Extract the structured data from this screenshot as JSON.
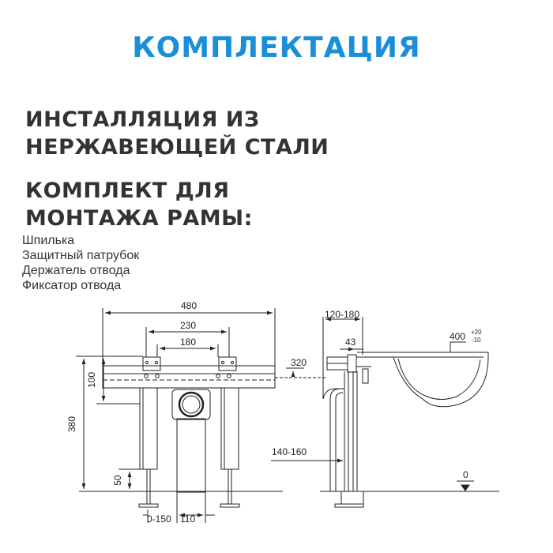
{
  "title": "КОМПЛЕКТАЦИЯ",
  "heading1": [
    "ИНСТАЛЛЯЦИЯ ИЗ",
    "НЕРЖАВЕЮЩЕЙ СТАЛИ"
  ],
  "heading2": [
    "КОМПЛЕКТ ДЛЯ",
    "МОНТАЖА РАМЫ:"
  ],
  "parts": [
    "Шпилька",
    "Защитный патрубок",
    "Держатель отвода",
    "Фиксатор отвода"
  ],
  "dimensions": {
    "total_width": "480",
    "stud_span": "230",
    "bracket_span": "180",
    "height_total": "380",
    "rail_height": "100",
    "foot_height": "50",
    "foot_adjust": "0-150",
    "drain_width": "110",
    "depth": "120-180",
    "offset": "43",
    "rim_height": "320",
    "bowl_height": "400",
    "bowl_tol_plus": "+20",
    "bowl_tol_minus": "-10",
    "wall_gap": "140-160",
    "floor_level": "0"
  },
  "colors": {
    "title": "#1a8fd8",
    "text": "#333333",
    "lines": "#222222"
  }
}
